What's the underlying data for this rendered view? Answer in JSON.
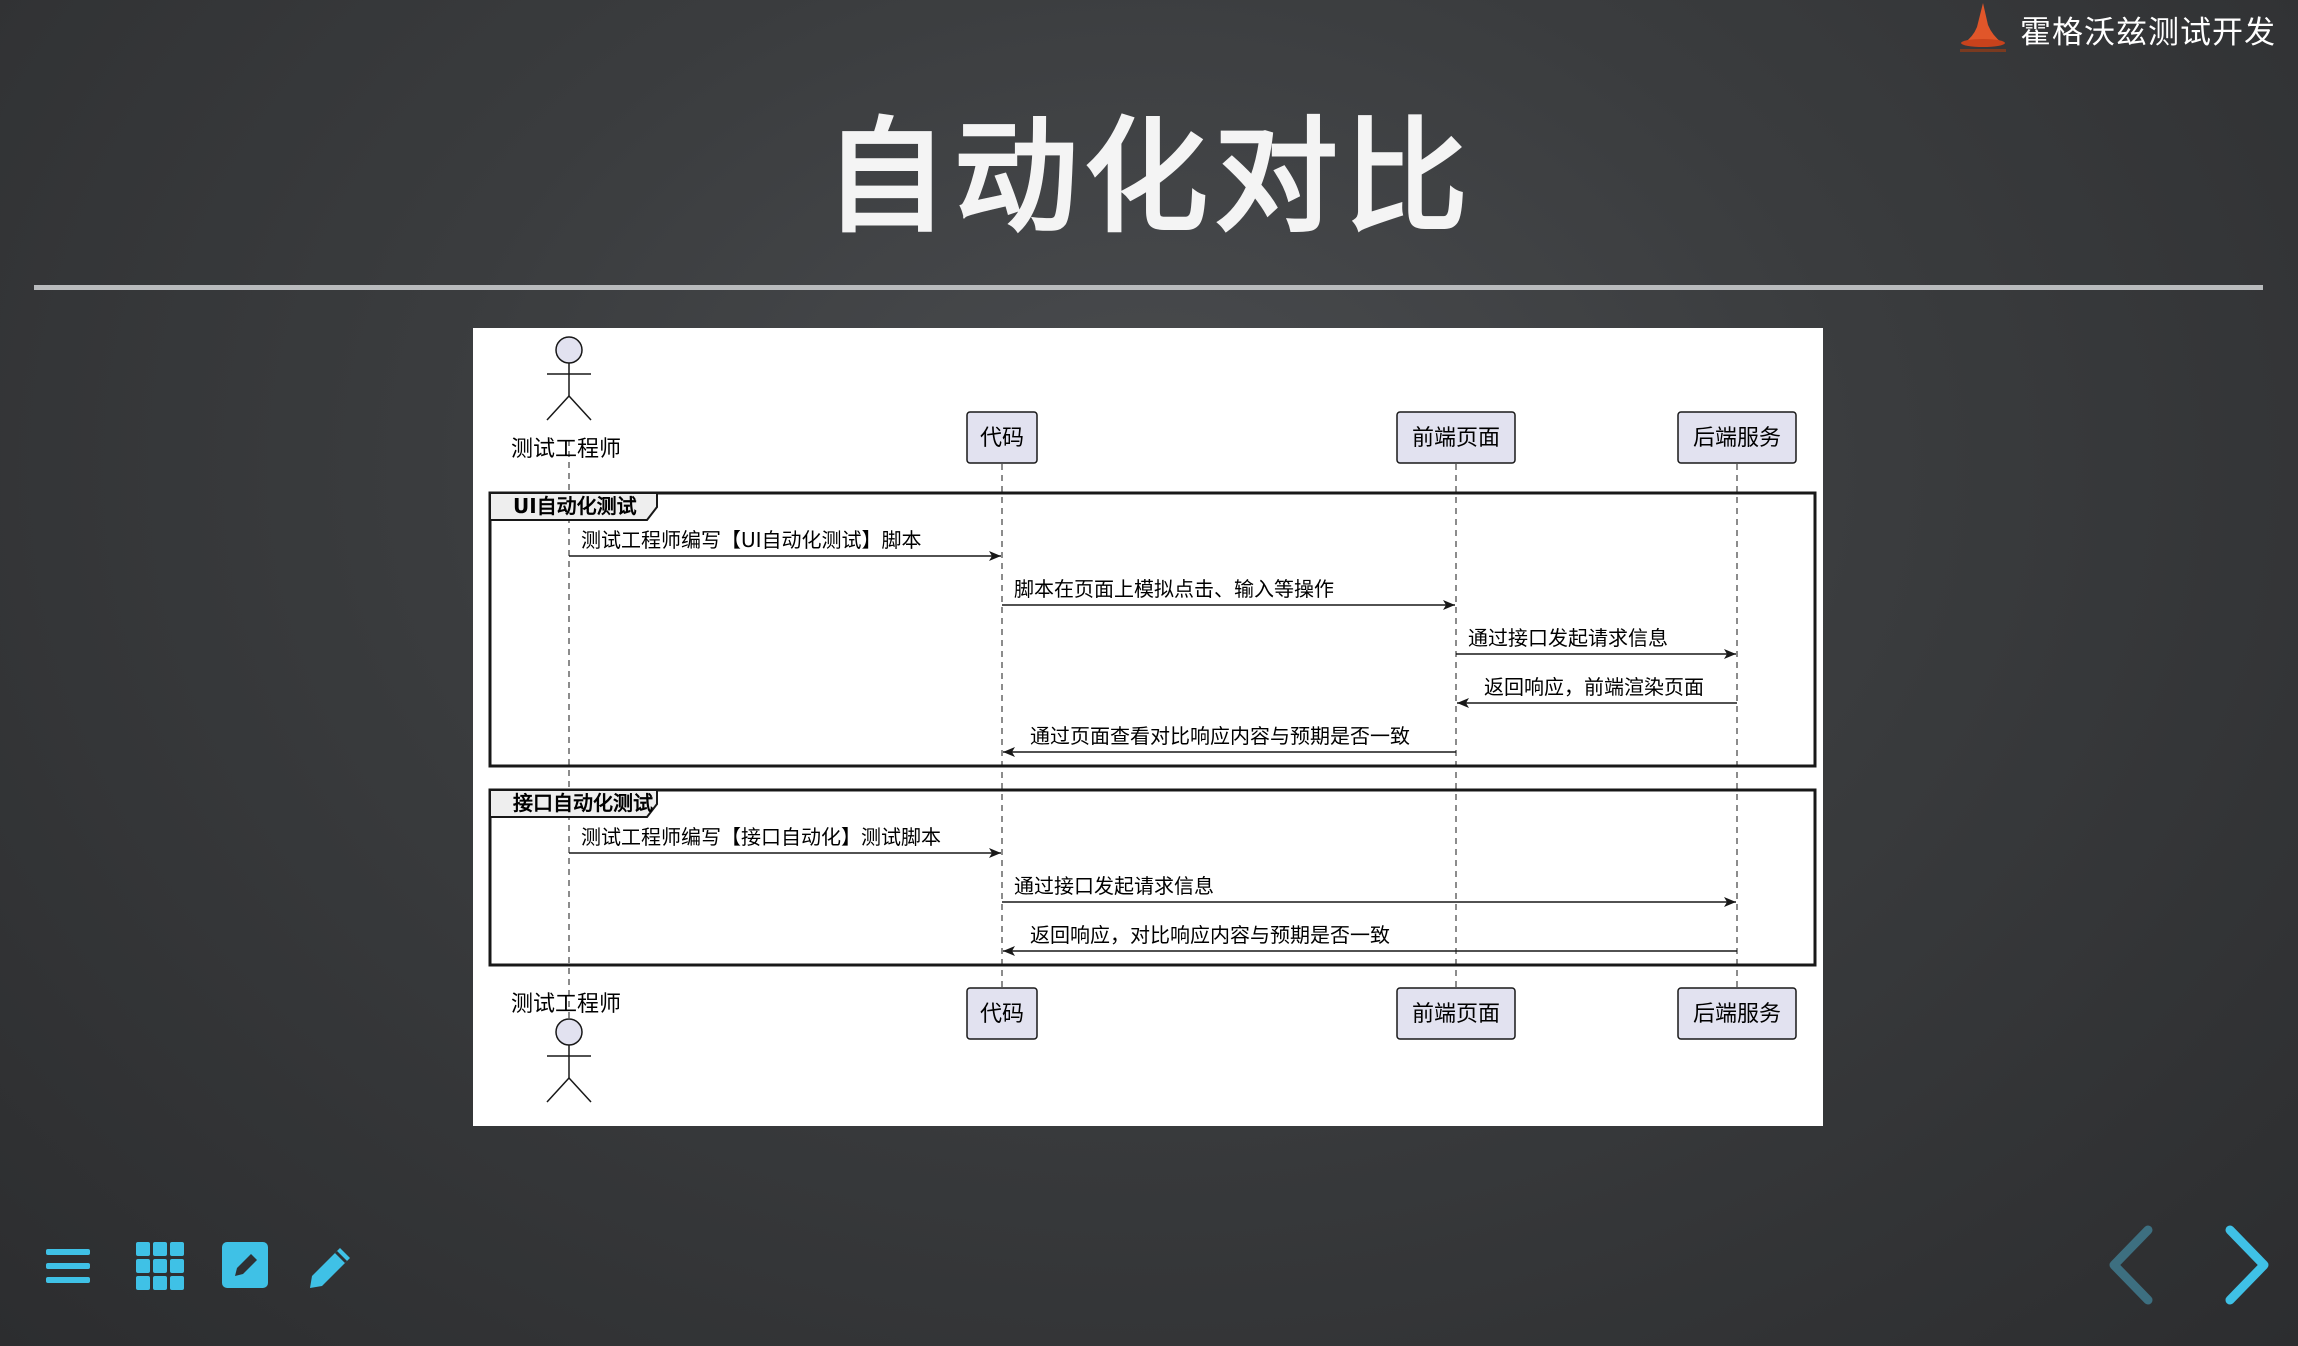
{
  "brand": {
    "name": "霍格沃兹测试开发",
    "logo_icon": "wizard-hat-icon",
    "logo_color": "#e0562a"
  },
  "slide": {
    "title": "自动化对比"
  },
  "diagram": {
    "participants": [
      "测试工程师",
      "代码",
      "前端页面",
      "后端服务"
    ],
    "groups": [
      {
        "label": "UI自动化测试",
        "messages": [
          {
            "from": 0,
            "to": 1,
            "text": "测试工程师编写【UI自动化测试】脚本"
          },
          {
            "from": 1,
            "to": 2,
            "text": "脚本在页面上模拟点击、输入等操作"
          },
          {
            "from": 2,
            "to": 3,
            "text": "通过接口发起请求信息"
          },
          {
            "from": 3,
            "to": 2,
            "text": "返回响应，前端渲染页面"
          },
          {
            "from": 2,
            "to": 1,
            "text": "通过页面查看对比响应内容与预期是否一致"
          }
        ]
      },
      {
        "label": "接口自动化测试",
        "messages": [
          {
            "from": 0,
            "to": 1,
            "text": "测试工程师编写【接口自动化】测试脚本"
          },
          {
            "from": 1,
            "to": 3,
            "text": "通过接口发起请求信息"
          },
          {
            "from": 3,
            "to": 1,
            "text": "返回响应，对比响应内容与预期是否一致"
          }
        ]
      }
    ]
  },
  "toolbar": [
    {
      "name": "menu-button",
      "icon": "menu-icon"
    },
    {
      "name": "grid-view-button",
      "icon": "grid-icon"
    },
    {
      "name": "edit-button",
      "icon": "edit-square-icon"
    },
    {
      "name": "pen-button",
      "icon": "pencil-icon"
    }
  ],
  "navigation": {
    "prev_icon": "chevron-left-icon",
    "next_icon": "chevron-right-icon"
  },
  "colors": {
    "accent": "#3fc1e6",
    "accent_dim": "#3d6f80",
    "participant_fill": "#e2e2f0",
    "participant_stroke": "#181818"
  }
}
